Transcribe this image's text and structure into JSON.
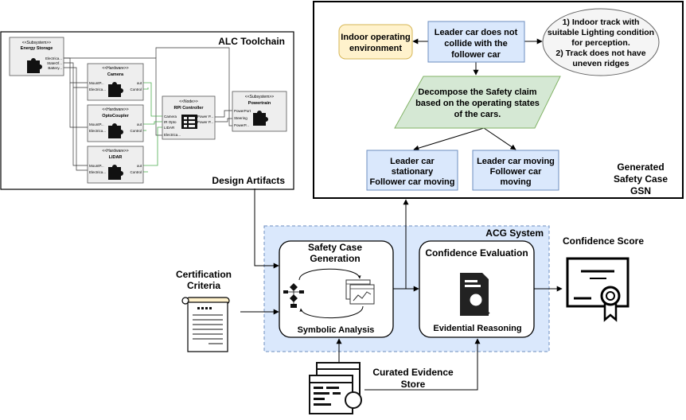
{
  "alc": {
    "title": "ALC Toolchain",
    "footer": "Design Artifacts",
    "blocks": {
      "energy": {
        "stereo": "<<Subsystem>>",
        "name": "Energy Storage",
        "ports": [
          "Electrica...",
          "StateOf...",
          "Battery..."
        ]
      },
      "camera": {
        "stereo": "<<Hardware>>",
        "name": "Camera",
        "ports_in": [
          "MountP...",
          "Electrica..."
        ],
        "ports_out": [
          "out",
          "Control"
        ]
      },
      "opto": {
        "stereo": "<<Hardware>>",
        "name": "OptoCoupler",
        "ports_in": [
          "MountP...",
          "Electrica..."
        ],
        "ports_out": [
          "out",
          "Control"
        ]
      },
      "lidar": {
        "stereo": "<<Hardware>>",
        "name": "LIDAR",
        "ports_in": [
          "MountP...",
          "Electrica..."
        ],
        "ports_out": [
          "out",
          "Control"
        ]
      },
      "rpi": {
        "stereo": "<<Node>>",
        "name": "RPI Controller",
        "ports_in": [
          "Camera",
          "IR Opto",
          "LIDAR",
          "Electrica..."
        ],
        "ports_out": [
          "Power P...",
          "Power P..."
        ]
      },
      "powertrain": {
        "stereo": "<<Subsystem>>",
        "name": "Powertrain",
        "ports": [
          "PowerPort",
          "Steering",
          "PowerP..."
        ]
      }
    }
  },
  "gsn": {
    "label": [
      "Generated",
      "Safety Case",
      "GSN"
    ],
    "context": [
      "Indoor operating",
      "environment"
    ],
    "goal": [
      "Leader car does not",
      "collide with the",
      "follower car"
    ],
    "assumption": [
      "1) Indoor track with",
      "suitable Lighting condition",
      "for perception.",
      "2) Track does not have",
      "uneven ridges"
    ],
    "strategy": [
      "Decompose the Safety claim",
      "based on the operating states",
      "of the cars."
    ],
    "subgoal_left": [
      "Leader car",
      "stationary",
      "Follower car moving"
    ],
    "subgoal_right": [
      "Leader car moving",
      "Follower car",
      "moving"
    ]
  },
  "acg": {
    "title": "ACG System",
    "generation": {
      "title": [
        "Safety Case",
        "Generation"
      ],
      "footer": "Symbolic Analysis"
    },
    "confidence": {
      "title": "Confidence Evaluation",
      "footer": "Evidential Reasoning"
    }
  },
  "certification": [
    "Certification",
    "Criteria"
  ],
  "evidence": [
    "Curated Evidence",
    "Store"
  ],
  "score": "Confidence Score",
  "colors": {
    "goal_fill": "#dae8fc",
    "goal_stroke": "#6c8ebf",
    "context_fill": "#fff2cc",
    "context_stroke": "#d6b656",
    "assumption_fill": "#f5f5f5",
    "assumption_stroke": "#666666",
    "strategy_fill": "#d5e8d4",
    "strategy_stroke": "#82b366",
    "acg_fill": "#dae8fc",
    "acg_stroke": "#6c8ebf",
    "block_fill": "#eeeeee",
    "port_green": "#4caf50"
  },
  "icons": [
    "puzzle-icon",
    "controller-icon",
    "flowchart-icon",
    "chart-window-icon",
    "document-search-icon",
    "certificate-icon",
    "scroll-document-icon",
    "code-window-icon"
  ]
}
